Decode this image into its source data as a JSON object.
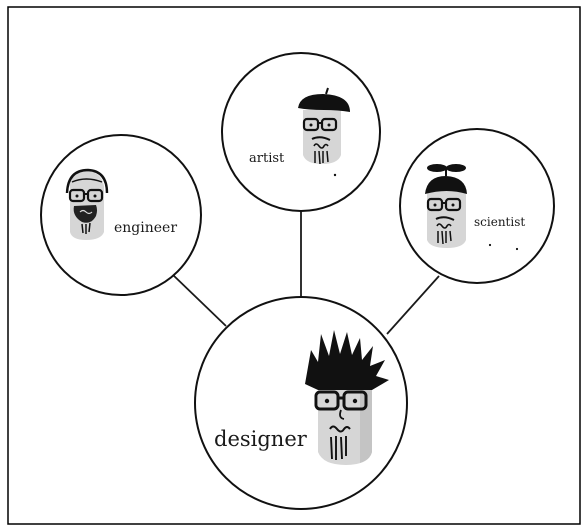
{
  "diagram": {
    "center": {
      "label": "designer"
    },
    "nodes": [
      {
        "id": "engineer",
        "label": "engineer",
        "hat": "bald"
      },
      {
        "id": "artist",
        "label": "artist",
        "hat": "beret"
      },
      {
        "id": "scientist",
        "label": "scientist",
        "hat": "propeller-cap"
      }
    ]
  },
  "colors": {
    "ink": "#111111",
    "face": "#d8d8d8",
    "face_shadow": "#c6c6c6",
    "circle_fill": "#ffffff",
    "border": "#000000"
  }
}
